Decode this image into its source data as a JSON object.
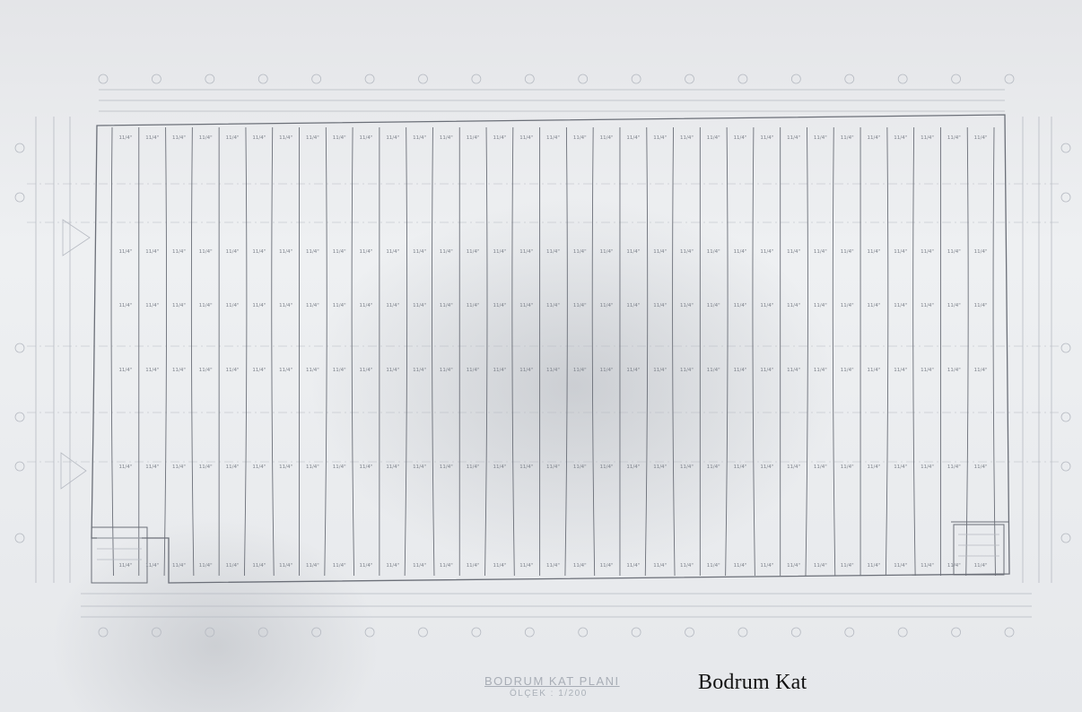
{
  "caption": "Bodrum Kat",
  "plan": {
    "title": "BODRUM KAT PLANI",
    "scale": "ÖLÇEK : 1/200",
    "bay_label": "11/4\""
  },
  "colors": {
    "paper": "#e6e8eb",
    "line": "#6b6f78",
    "faint_line": "#b6bac2",
    "text": "#111111"
  }
}
